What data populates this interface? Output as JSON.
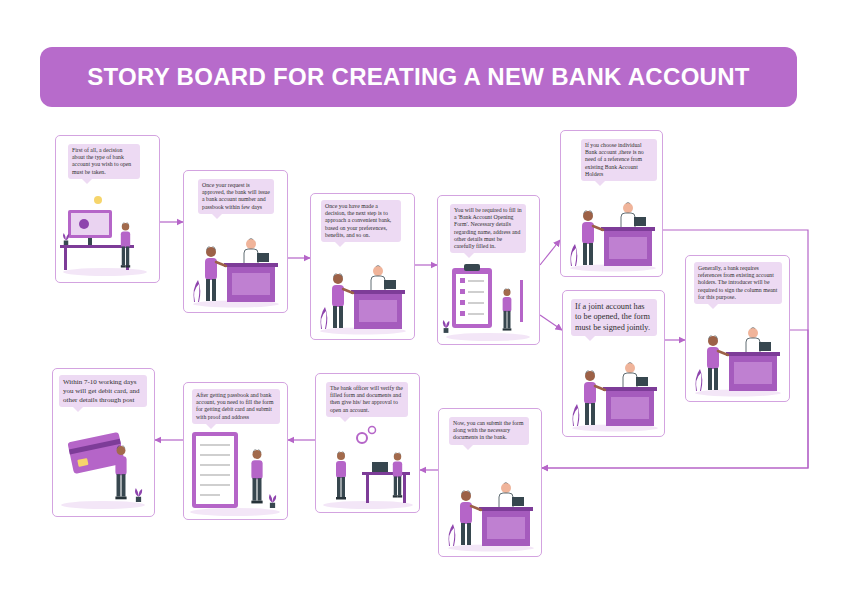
{
  "diagram": {
    "title": "STORY BOARD FOR CREATING A NEW BANK ACCOUNT",
    "nodes": [
      {
        "text": [
          "First of all, a decision about the type of bank account you wish to open must be taken."
        ]
      },
      {
        "text": [
          "Once your request is approved, the bank will issue a bank account number and passbook within few days"
        ]
      },
      {
        "text": [
          "Once you have made a decision, the next step is to approach a convenient bank, based on your preferences, benefits, and so on."
        ]
      },
      {
        "text": [
          "You will be required to fill in a 'Bank Account Opening Form'. Necessary details regarding name, address and other details must be carefully filled in."
        ]
      },
      {
        "text": [
          "If you choose individual Bank account ,there is no need of a reference from existing Bank Account Holders"
        ]
      },
      {
        "text": [
          "If a joint account has to be opened, the form must be signed jointly."
        ]
      },
      {
        "text": [
          "Generally, a bank requires references from existing account holders. The introducer will be required to sign the column meant for this purpose."
        ]
      },
      {
        "text": [
          "Now, you can submit the form along with the necessary documents in the bank."
        ]
      },
      {
        "text": [
          "The bank officer will verify the filled form and documents and then give his/ her approval to open an account."
        ]
      },
      {
        "text": [
          "After getting passbook and bank account, you need to fill the form for getting debit card and submit with proof and address"
        ]
      },
      {
        "text": [
          "Within 7-10 working days you will get debit card, and other details through post"
        ]
      }
    ],
    "edges": [
      {
        "from": 0,
        "to": 1,
        "arrow": "to"
      },
      {
        "from": 1,
        "to": 2,
        "arrow": "to"
      },
      {
        "from": 2,
        "to": 3,
        "arrow": "to"
      },
      {
        "from": 3,
        "to": 4,
        "arrow": "to"
      },
      {
        "from": 3,
        "to": 5,
        "arrow": "to"
      },
      {
        "from": 4,
        "to": 7,
        "arrow": "to"
      },
      {
        "from": 5,
        "to": 6,
        "arrow": "to"
      },
      {
        "from": 6,
        "to": 7,
        "arrow": "to"
      },
      {
        "from": 7,
        "to": 8,
        "arrow": "to"
      },
      {
        "from": 8,
        "to": 9,
        "arrow": "to"
      },
      {
        "from": 9,
        "to": 10,
        "arrow": "to"
      }
    ]
  }
}
